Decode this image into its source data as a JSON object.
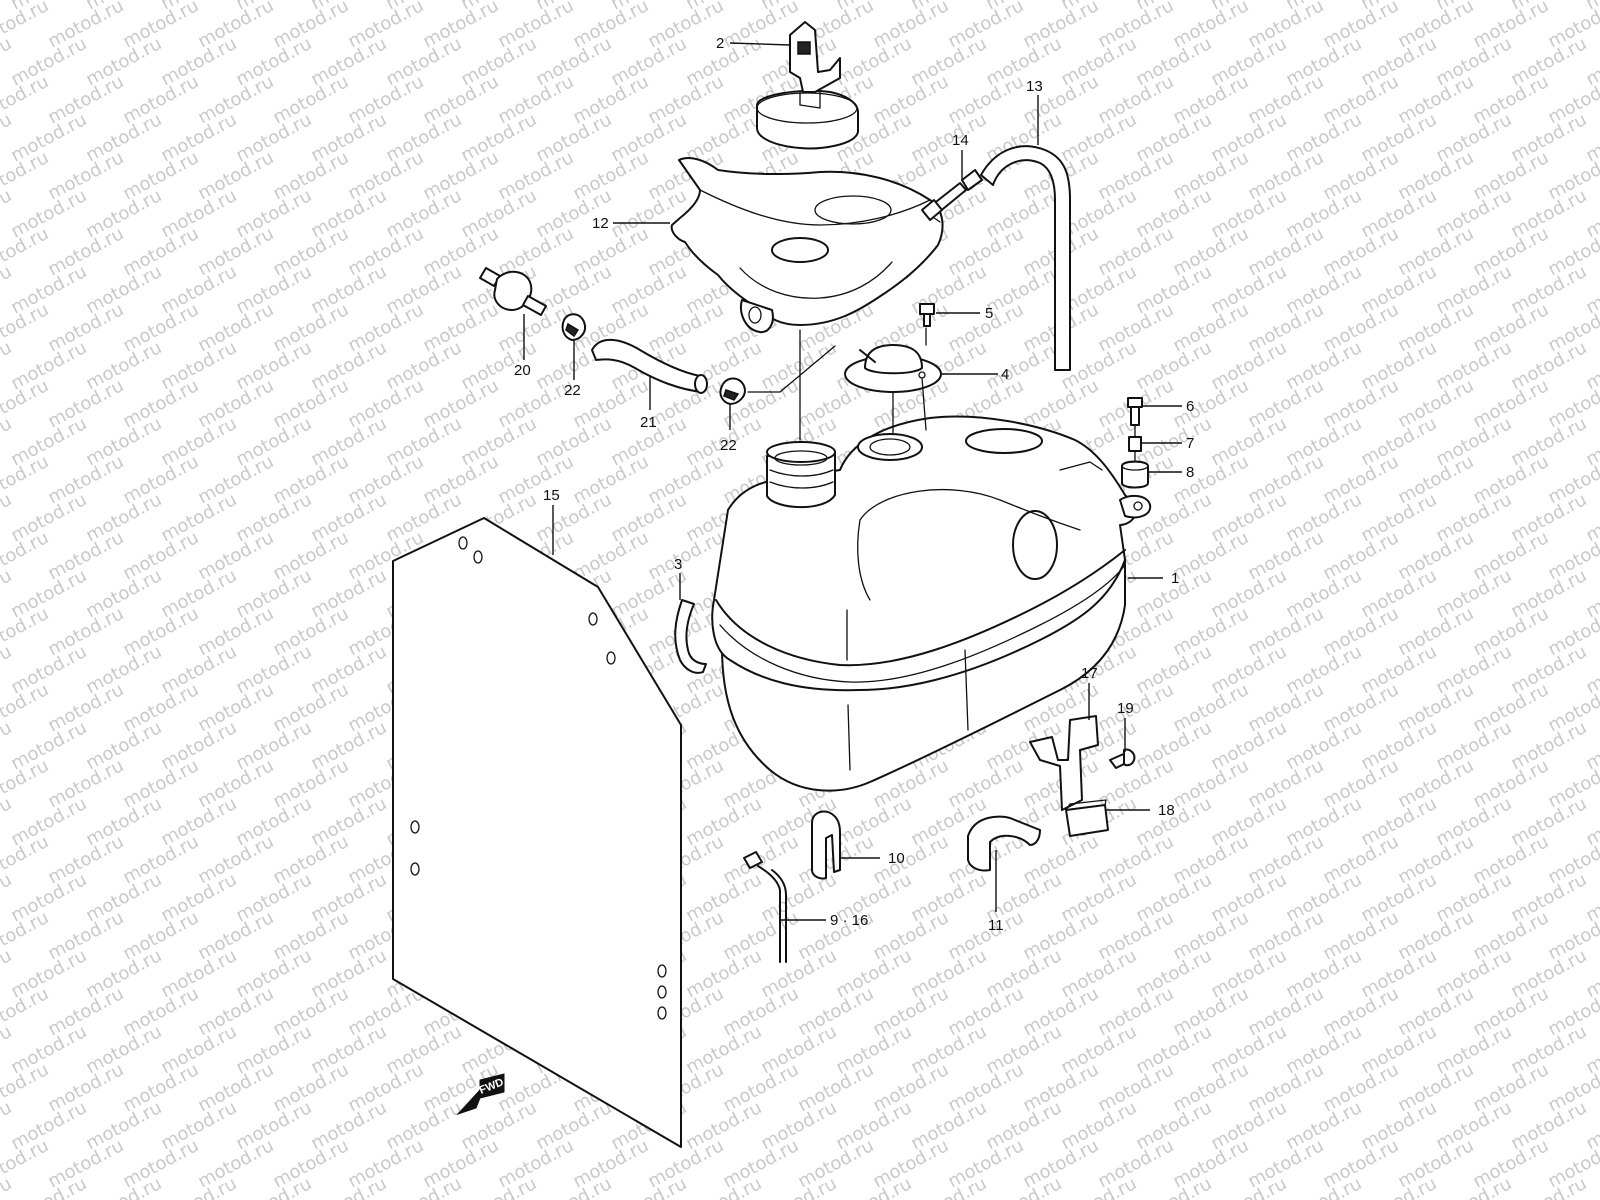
{
  "watermark": {
    "text": "motod.ru"
  },
  "direction_marker": {
    "text": "FWD"
  },
  "callouts": [
    {
      "id": "c1",
      "text": "1"
    },
    {
      "id": "c2",
      "text": "2"
    },
    {
      "id": "c3",
      "text": "3"
    },
    {
      "id": "c4",
      "text": "4"
    },
    {
      "id": "c5",
      "text": "5"
    },
    {
      "id": "c6",
      "text": "6"
    },
    {
      "id": "c7",
      "text": "7"
    },
    {
      "id": "c8",
      "text": "8"
    },
    {
      "id": "c9",
      "text": "9 · 16"
    },
    {
      "id": "c10",
      "text": "10"
    },
    {
      "id": "c11",
      "text": "11"
    },
    {
      "id": "c12",
      "text": "12"
    },
    {
      "id": "c13",
      "text": "13"
    },
    {
      "id": "c14",
      "text": "14"
    },
    {
      "id": "c15",
      "text": "15"
    },
    {
      "id": "c17",
      "text": "17"
    },
    {
      "id": "c18",
      "text": "18"
    },
    {
      "id": "c19",
      "text": "19"
    },
    {
      "id": "c20",
      "text": "20"
    },
    {
      "id": "c21",
      "text": "21"
    },
    {
      "id": "c22a",
      "text": "22"
    },
    {
      "id": "c22b",
      "text": "22"
    }
  ]
}
